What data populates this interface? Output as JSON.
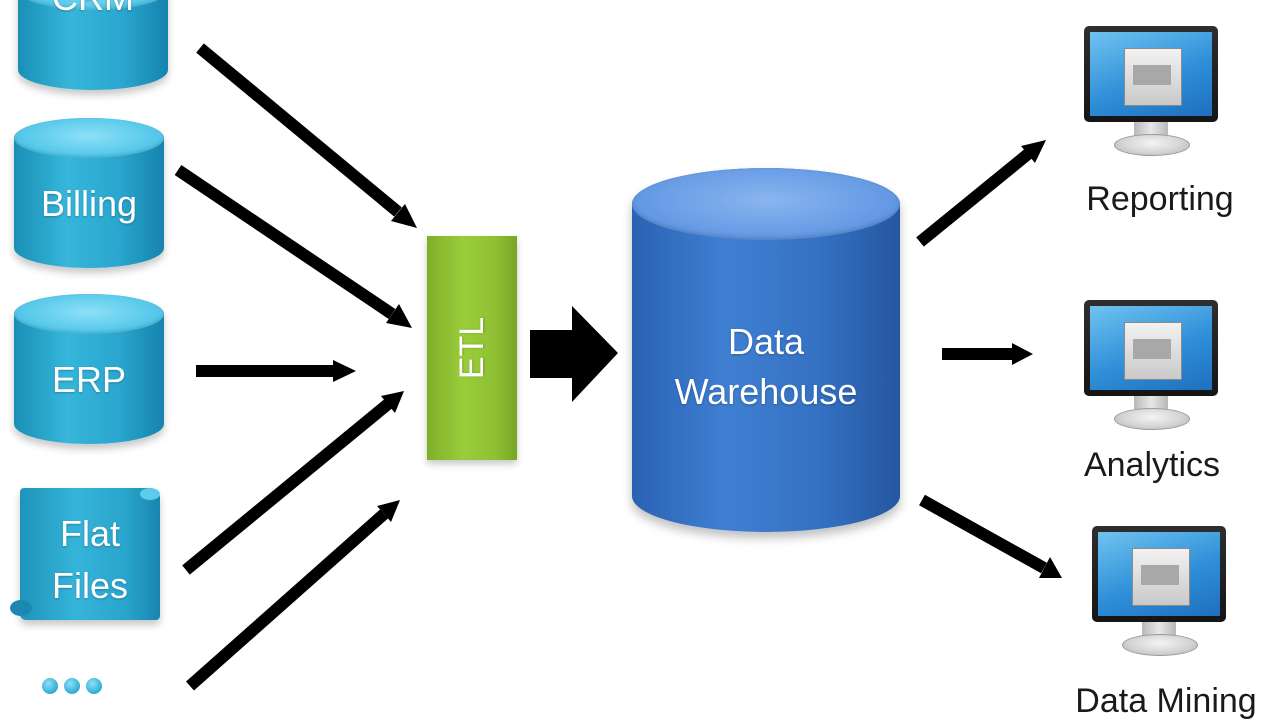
{
  "sources": [
    {
      "id": "crm",
      "label": "CRM"
    },
    {
      "id": "billing",
      "label": "Billing"
    },
    {
      "id": "erp",
      "label": "ERP"
    },
    {
      "id": "flat-files",
      "label_line1": "Flat",
      "label_line2": "Files"
    }
  ],
  "etl": {
    "label": "ETL"
  },
  "warehouse": {
    "label_line1": "Data",
    "label_line2": "Warehouse"
  },
  "outputs": [
    {
      "id": "reporting",
      "label": "Reporting"
    },
    {
      "id": "analytics",
      "label": "Analytics"
    },
    {
      "id": "data-mining",
      "label": "Data Mining"
    }
  ],
  "colors": {
    "source_blue": "#2aa6cf",
    "etl_green": "#8fc034",
    "warehouse_blue": "#3571c3",
    "arrow": "#000000"
  }
}
